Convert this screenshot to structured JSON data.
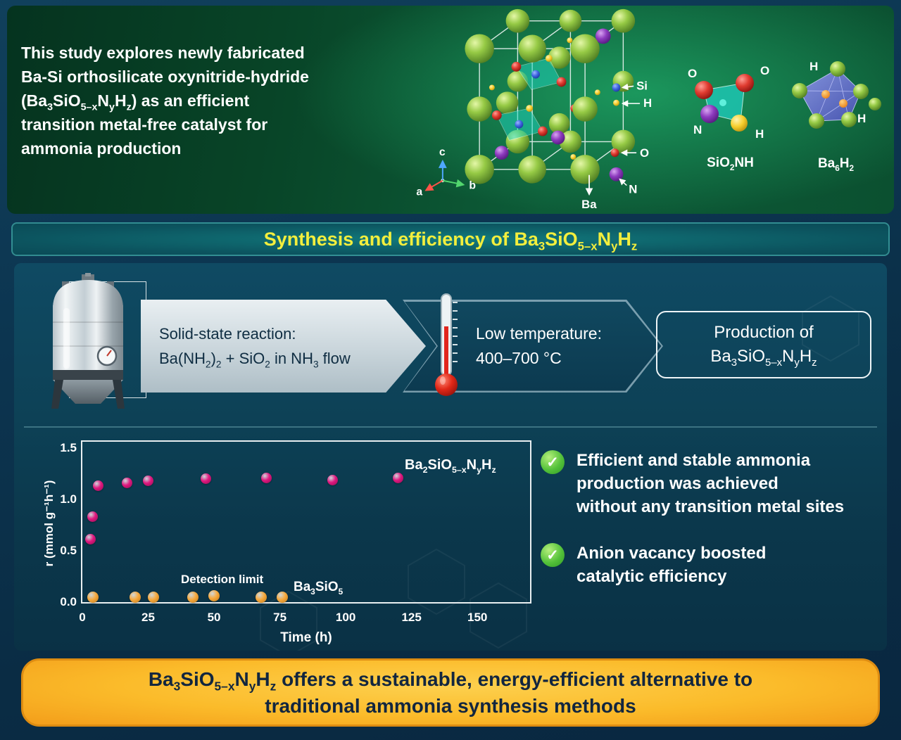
{
  "colors": {
    "header_green": "#0d5c38",
    "banner_text_yellow": "#f3ee3d",
    "catalyst_pink": "#e0187f",
    "reference_orange": "#f7a93c",
    "check_green": "#54c13a",
    "footer_orange": "#fbbb2a"
  },
  "header": {
    "summary_lines": [
      "This study explores newly fabricated",
      "Ba-Si orthosilicate oxynitride-hydride",
      "(Ba~3~SiO~5–x~N~y~H~z~) as an efficient",
      "transition metal-free catalyst for",
      "ammonia production"
    ],
    "crystal": {
      "si": "Si",
      "h": "H",
      "o": "O",
      "n": "N",
      "ba": "Ba",
      "axis_a": "a",
      "axis_b": "b",
      "axis_c": "c"
    },
    "molecules": [
      {
        "name": "SiO~2~NH",
        "atom_labels": [
          "O",
          "O",
          "N",
          "H"
        ]
      },
      {
        "name": "Ba~6~H~2~",
        "atom_labels": [
          "H",
          "H"
        ]
      }
    ]
  },
  "banner": {
    "title": "Synthesis and efficiency of Ba~3~SiO~5–x~N~y~H~z~"
  },
  "process": {
    "step1": {
      "line1": "Solid-state reaction:",
      "line2": "Ba(NH~2~)~2~ + SiO~2~ in NH~3~ flow"
    },
    "step2": {
      "line1": "Low temperature:",
      "line2": "400–700 °C"
    },
    "step3": {
      "line1": "Production of",
      "line2": "Ba~3~SiO~5–x~N~y~H~z~"
    }
  },
  "chart_data": {
    "type": "scatter",
    "xlabel": "Time (h)",
    "ylabel": "r (mmol g⁻¹h⁻¹)",
    "xlim": [
      0,
      170
    ],
    "ylim": [
      0,
      1.56
    ],
    "x_ticks": [
      0,
      25,
      50,
      75,
      100,
      125,
      150
    ],
    "y_ticks": [
      0,
      0.5,
      1,
      1.5
    ],
    "grid": false,
    "legend_position": "inside-annotations",
    "series": [
      {
        "name": "Ba~2~SiO~5–x~N~y~H~z~",
        "color": "#e0187f",
        "edge": "#8f0c52",
        "size": 15,
        "points": [
          [
            3,
            0.61
          ],
          [
            4,
            0.83
          ],
          [
            6,
            1.13
          ],
          [
            17,
            1.16
          ],
          [
            25,
            1.18
          ],
          [
            47,
            1.2
          ],
          [
            70,
            1.21
          ],
          [
            95,
            1.19
          ],
          [
            120,
            1.21
          ]
        ]
      },
      {
        "name": "Ba~3~SiO~5~",
        "color": "#f7a93c",
        "edge": "#b9771a",
        "size": 16,
        "points": [
          [
            4,
            0.05
          ],
          [
            20,
            0.05
          ],
          [
            27,
            0.05
          ],
          [
            42,
            0.05
          ],
          [
            50,
            0.06
          ],
          [
            68,
            0.05
          ],
          [
            76,
            0.05
          ]
        ]
      }
    ],
    "annotations": {
      "detection_limit": "Detection limit"
    }
  },
  "findings": [
    "Efficient and stable ammonia\nproduction was achieved\nwithout any transition metal sites",
    "Anion vacancy boosted\ncatalytic efficiency"
  ],
  "footer": {
    "line1": "Ba~3~SiO~5–x~N~y~H~z~ offers a sustainable, energy-efficient alternative to",
    "line2": "traditional ammonia synthesis methods"
  }
}
